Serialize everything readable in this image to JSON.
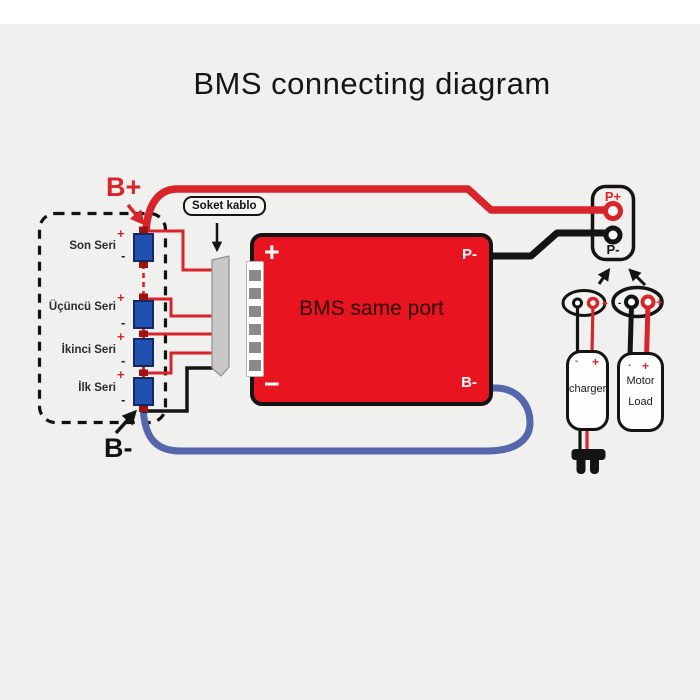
{
  "title": "BMS connecting diagram",
  "battery_pack": {
    "b_plus_label": "B+",
    "b_minus_label": "B-",
    "plus": "+",
    "minus": "-",
    "cells": [
      {
        "label": "Son Seri"
      },
      {
        "label": "Üçüncü Seri"
      },
      {
        "label": "İkinci Seri"
      },
      {
        "label": "İlk Seri"
      }
    ]
  },
  "connector_label": "Soket kablo",
  "bms": {
    "label": "BMS same port",
    "plus": "+",
    "minus": "−",
    "p_minus": "P-",
    "b_minus": "B-"
  },
  "output_connector": {
    "p_plus": "P+",
    "p_minus": "P-"
  },
  "devices": {
    "charger": {
      "label": "charger",
      "plus": "+",
      "minus": "-"
    },
    "motor": {
      "line1": "Motor",
      "line2": "Load",
      "plus": "+",
      "minus": "-"
    }
  },
  "colors": {
    "background": "#f0f0ee",
    "bms_red": "#e8141f",
    "wire_red": "#d8242b",
    "wire_black": "#141414",
    "wire_blue": "#5566ad",
    "cell_blue": "#2151b0",
    "connector_gray": "#c8c8c6"
  }
}
